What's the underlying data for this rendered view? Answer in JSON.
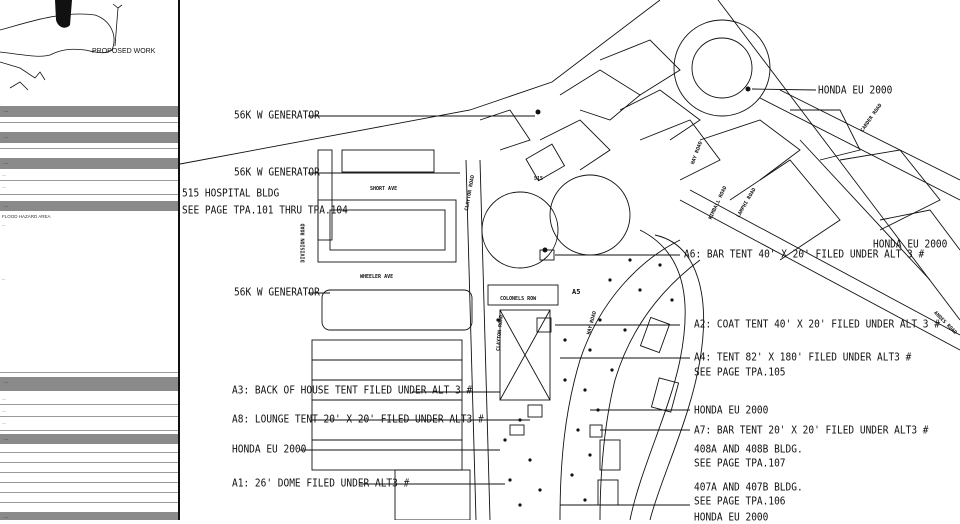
{
  "sidebar": {
    "map_note": "PROPOSED WORK",
    "bars": [
      "...",
      "...",
      "...",
      "...",
      "...",
      "...",
      "..."
    ],
    "small_lines": [
      "...",
      "...",
      "...",
      "...",
      "...",
      "..."
    ],
    "flood_heading": "FLOOD HAZARD AREA",
    "paragraph_1": "...",
    "paragraph_2": "...",
    "rows": [
      "...",
      "...",
      "..."
    ]
  },
  "plan": {
    "labels": {
      "gen1": "56K W GENERATOR",
      "gen2": "56K W GENERATOR",
      "hospital": "515 HOSPITAL BLDG",
      "hospital_see": "SEE PAGE TPA.101 THRU TPA.104",
      "gen3": "56K W GENERATOR",
      "a3": "A3: BACK OF HOUSE TENT FILED UNDER ALT 3 #",
      "a8": "A8: LOUNGE TENT 20' X 20' FILED UNDER ALT3 #",
      "honda_left": "HONDA EU 2000",
      "a1": "A1: 26' DOME FILED UNDER ALT3 #",
      "honda_top": "HONDA EU 2000",
      "honda_right": "HONDA EU 2000",
      "a6": "A6: BAR TENT 40' X 20' FILED UNDER ALT 3 #",
      "a2": "A2: COAT TENT 40' X 20' FILED UNDER ALT 3 #",
      "a4": "A4: TENT 82' X 180' FILED UNDER ALT3 #",
      "a4_see": "SEE PAGE TPA.105",
      "honda_mid": "HONDA EU 2000",
      "a7": "A7: BAR TENT 20' X 20' FILED UNDER ALT3 #",
      "bldg408": "408A AND 408B BLDG.",
      "see107": "SEE PAGE TPA.107",
      "bldg407": "407A AND 407B BLDG.",
      "see106": "SEE PAGE TPA.106",
      "honda_bottom": "HONDA EU 2000"
    },
    "roads": {
      "short_ave": "SHORT AVE",
      "wheeler_ave": "WHEELER AVE",
      "division_road": "DIVISION ROAD",
      "clayton_road": "CLAYTON ROAD",
      "colonels_row": "COLONELS ROW",
      "hay_road": "HAY ROAD",
      "kimball_road": "KIMBALL ROAD",
      "lamphi_road": "LAMPHI ROAD",
      "carder_road": "CARDER ROAD",
      "andes_road": "ANDES ROAD",
      "b515": "515",
      "a5": "A5"
    }
  }
}
